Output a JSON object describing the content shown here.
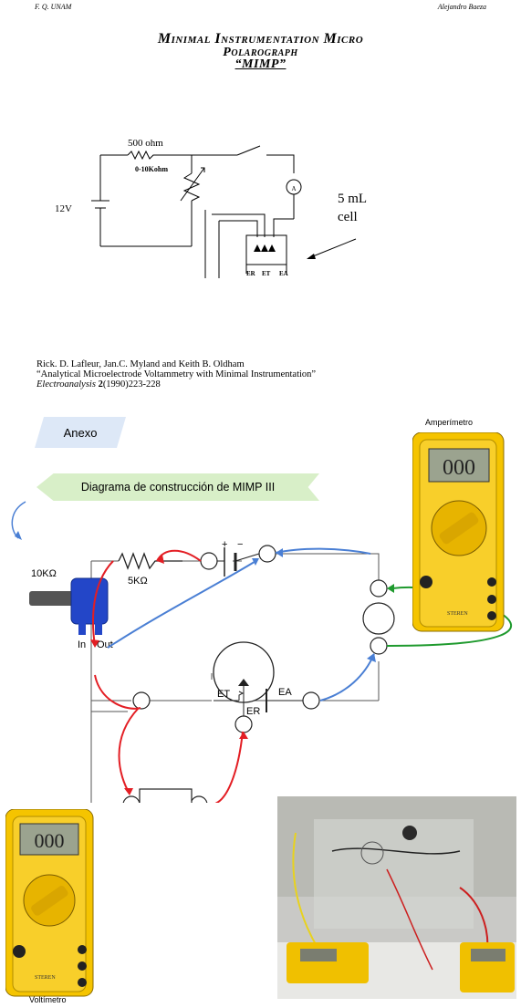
{
  "header": {
    "left": "F. Q. UNAM",
    "right": "Alejandro Baeza"
  },
  "title": {
    "line1": "Minimal Instrumentation Micro",
    "line2": "Polarograph",
    "line3": "“MIMP”"
  },
  "circuit1": {
    "resistor": "500 ohm",
    "pot": "0-10Kohm",
    "battery": "12V",
    "ammeter": "A",
    "cell_label": "5 mL cell",
    "electrodes": [
      "ER",
      "ET",
      "EA"
    ]
  },
  "reference": {
    "authors": "Rick. D. Lafleur, Jan.C. Myland and Keith B. Oldham",
    "article": "“Analytical Microelectrode Voltammetry with Minimal Instrumentation”",
    "journal": "Electroanalysis",
    "volume": "2",
    "pages": "(1990)223-228"
  },
  "annex": {
    "tab": "Anexo",
    "banner": "Diagrama de construcción de MIMP III",
    "ammeter_label": "Amperímetro",
    "voltmeter_label": "Voltímetro",
    "meter_display": "000",
    "meter_brand": "STEREN",
    "resistor": "5KΩ",
    "pot": "10KΩ",
    "pot_in": "In",
    "pot_out": "Out",
    "et": "ET",
    "ea": "EA",
    "er": "ER",
    "battery_plus": "+",
    "battery_minus": "−"
  },
  "colors": {
    "red": "#e31e24",
    "blue": "#4a7fd4",
    "green": "#1f9a2e",
    "meter_yellow": "#f5c400",
    "banner_green": "#d8efc8",
    "tab_blue": "#dde8f7"
  }
}
